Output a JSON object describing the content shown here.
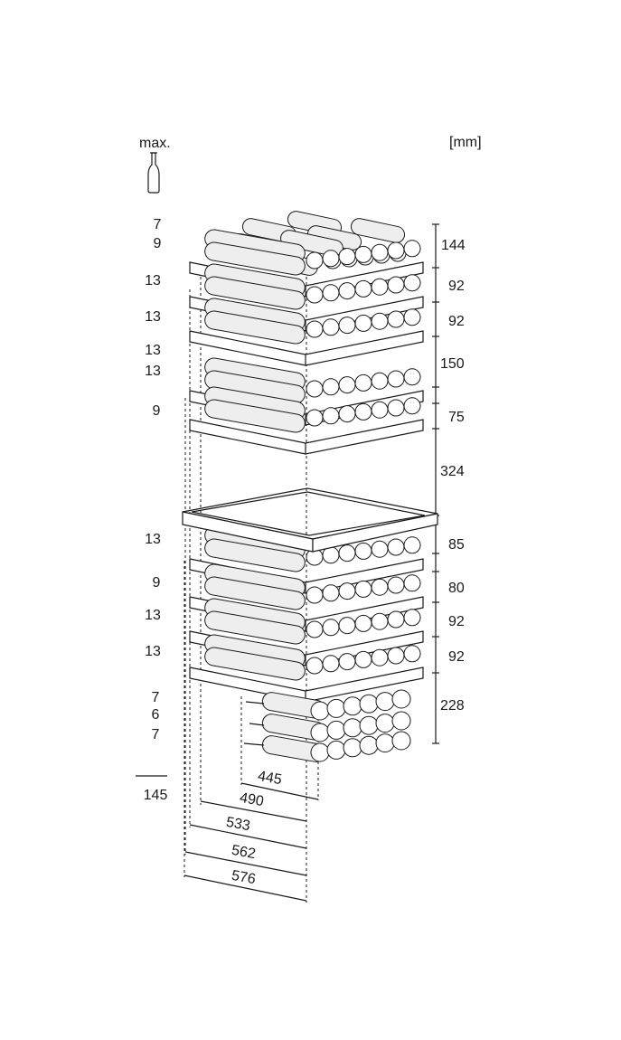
{
  "header": {
    "max_label": "max.",
    "unit_label": "[mm]"
  },
  "icons": {
    "bottle": "wine-bottle-icon"
  },
  "left_counts": [
    "7",
    "9",
    "13",
    "13",
    "13",
    "13",
    "9",
    "13",
    "9",
    "13",
    "13",
    "7",
    "6",
    "7"
  ],
  "bottom_left_value": "145",
  "right_dims": [
    "144",
    "92",
    "92",
    "150",
    "75",
    "324",
    "85",
    "80",
    "92",
    "92",
    "228"
  ],
  "depth_dims": [
    "445",
    "490",
    "533",
    "562",
    "576"
  ]
}
